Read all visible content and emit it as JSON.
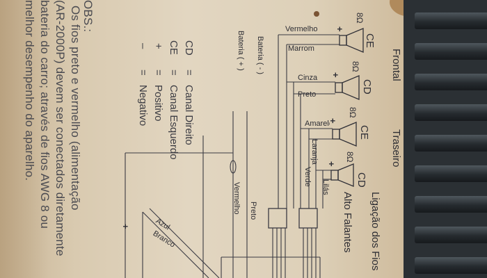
{
  "notes": {
    "heading": "OBS.:",
    "lines": [
      "Os fios preto e vermelho (alimentação",
      "(AR-2000P) devem ser conectados diretamente",
      "bateria do carro; através de fios AWG 8 ou",
      "melhor desempenho do aparelho."
    ]
  },
  "legend": [
    {
      "code": "CD",
      "sep": "=",
      "desc": "Canal Direito"
    },
    {
      "code": "CE",
      "sep": "=",
      "desc": "Canal Esquerdo"
    },
    {
      "code": "+",
      "sep": "=",
      "desc": "Positivo"
    },
    {
      "code": "–",
      "sep": "=",
      "desc": "Negativo"
    }
  ],
  "battery": {
    "neg": "Bateria ( - )",
    "pos": "Bateria ( + )"
  },
  "headings": {
    "front": "Frontal",
    "rear": "Traseiro",
    "title_1": "Ligação dos Fios",
    "title_2": "Alto Falantes"
  },
  "speakers": [
    {
      "ohm": "8Ω",
      "channel": "CE",
      "wire_pos": "Vermelho",
      "wire_neg": "Marrom"
    },
    {
      "ohm": "8Ω",
      "channel": "CD",
      "wire_pos": "Cinza",
      "wire_neg": "Preto"
    },
    {
      "ohm": "8Ω",
      "channel": "CE",
      "wire_pos": "Amarelo",
      "wire_neg": "Laranja"
    },
    {
      "ohm": "8Ω",
      "channel": "CD",
      "wire_pos": "Lilás",
      "wire_neg": "Verde"
    }
  ],
  "power_wires": {
    "black": "Preto",
    "red": "Vermelho",
    "blue": "Azul",
    "white": "Branco"
  },
  "colors": {
    "paper": "#d2c2a8",
    "ink": "#2f2f36",
    "heatsink": "#2b3034"
  }
}
